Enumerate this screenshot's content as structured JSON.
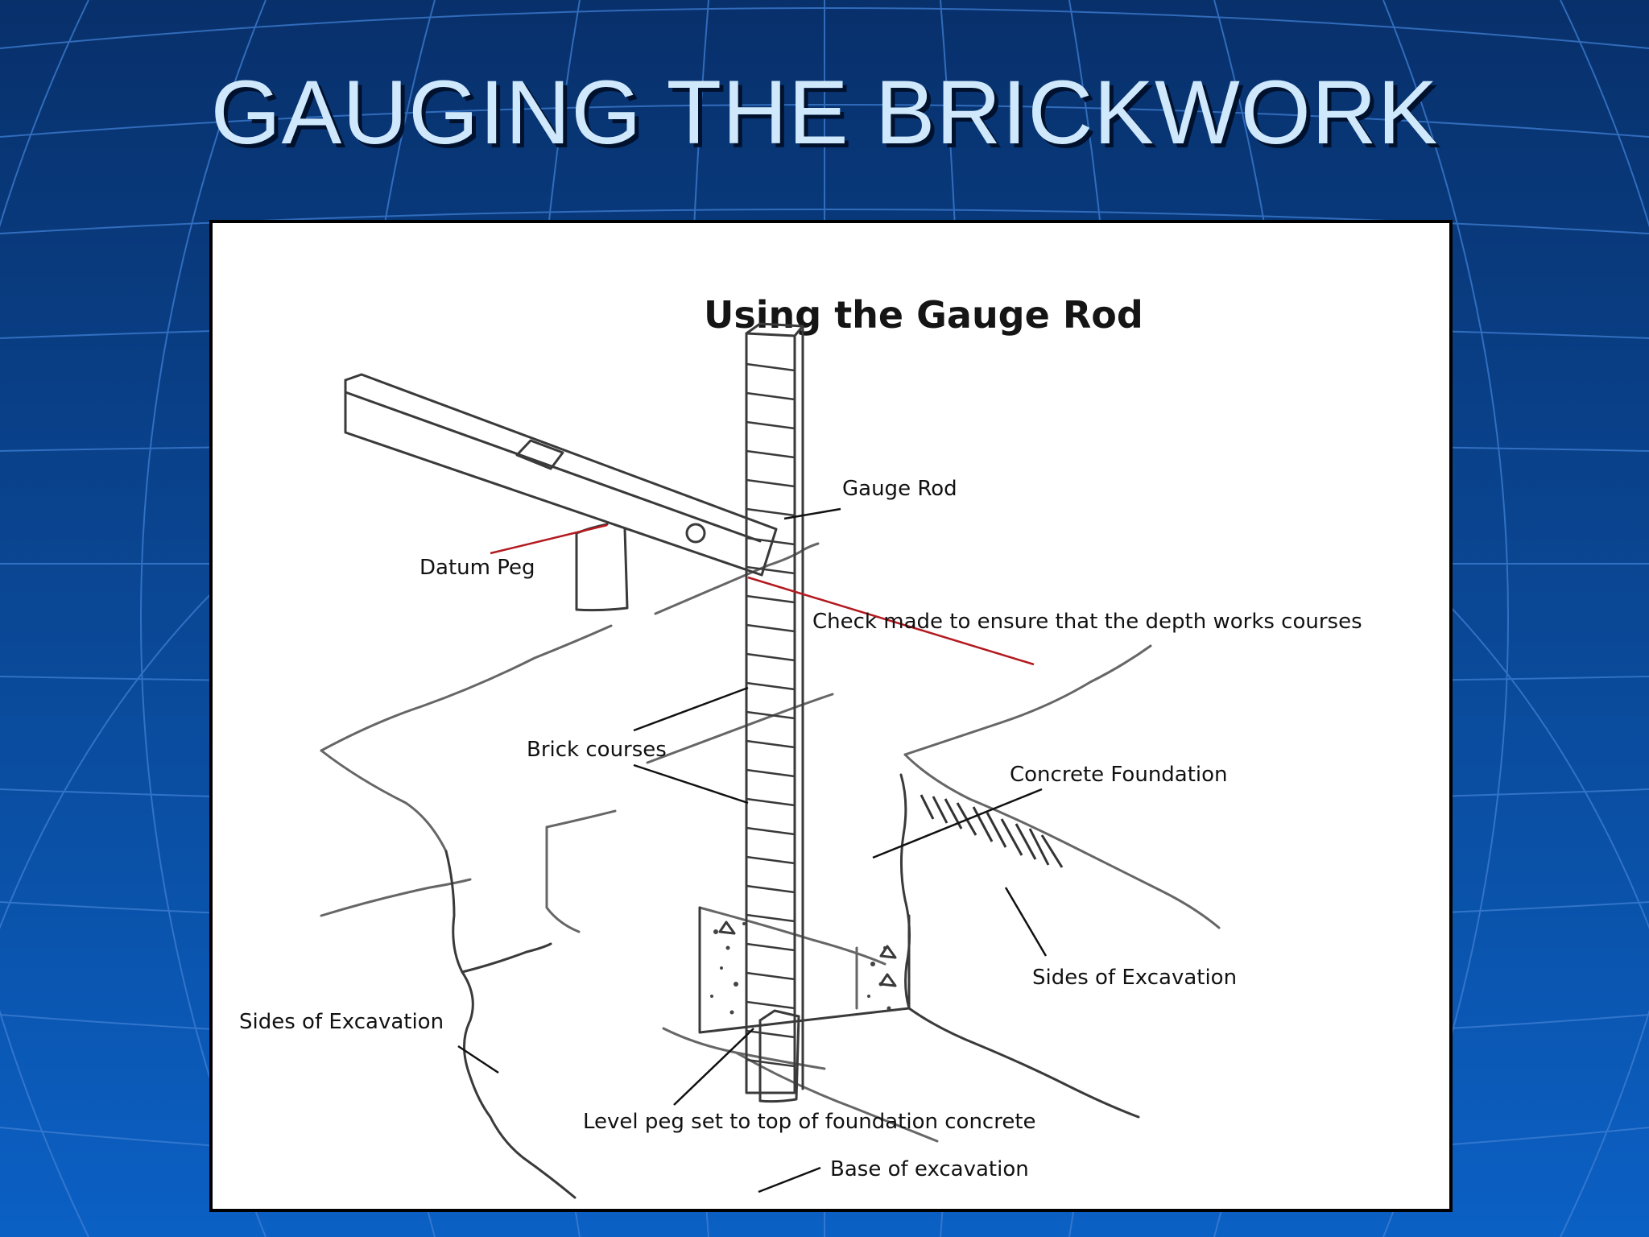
{
  "slide": {
    "title": "GAUGING THE BRICKWORK",
    "background_color": "#0a3f86",
    "grid_color": "#3f7fd4",
    "title_color": "#cfe8fb"
  },
  "diagram": {
    "heading": "Using the Gauge Rod",
    "labels": {
      "gauge_rod": "Gauge Rod",
      "datum_peg": "Datum Peg",
      "check": "Check made to ensure that the depth works courses",
      "brick_courses": "Brick courses",
      "concrete_foundation": "Concrete Foundation",
      "sides_right": "Sides of Excavation",
      "sides_left": "Sides of Excavation",
      "level_peg": "Level peg set to top of foundation concrete",
      "base": "Base of excavation"
    },
    "line_color": "#111111",
    "check_line_color": "#b3191f"
  }
}
